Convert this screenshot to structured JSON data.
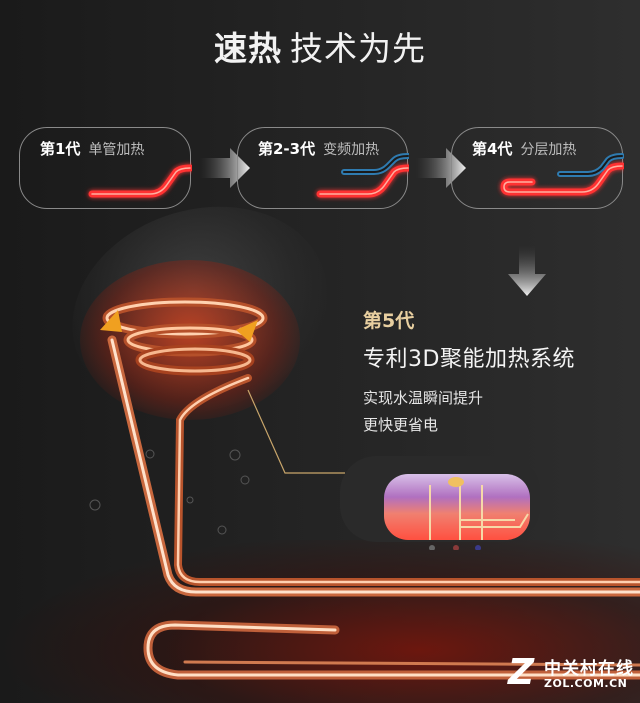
{
  "title": {
    "bold": "速热",
    "light": "技术为先"
  },
  "generations": [
    {
      "number": "第1代",
      "description": "单管加热",
      "pipes": [
        "red"
      ]
    },
    {
      "number": "第2-3代",
      "description": "变频加热",
      "pipes": [
        "red",
        "blue"
      ]
    },
    {
      "number": "第4代",
      "description": "分层加热",
      "pipes": [
        "red-folded",
        "blue"
      ]
    }
  ],
  "featured": {
    "number": "第5代",
    "title": "专利3D聚能加热系统",
    "benefits": [
      "实现水温瞬间提升",
      "更快更省电"
    ]
  },
  "icons": {
    "flow_arrow": "arrow-right-icon",
    "down_arrow": "arrow-down-icon"
  },
  "watermark": {
    "cn": "中关村在线",
    "en": "ZOL.COM.CN",
    "mark": "Z"
  },
  "colors": {
    "background": "#222222",
    "accent_gold": "#e8cfa0",
    "pipe_red": "#ff3b3b",
    "pipe_blue": "#2f7bb0",
    "copper": "#e89a6a",
    "box_border": "#8a8a8a"
  }
}
